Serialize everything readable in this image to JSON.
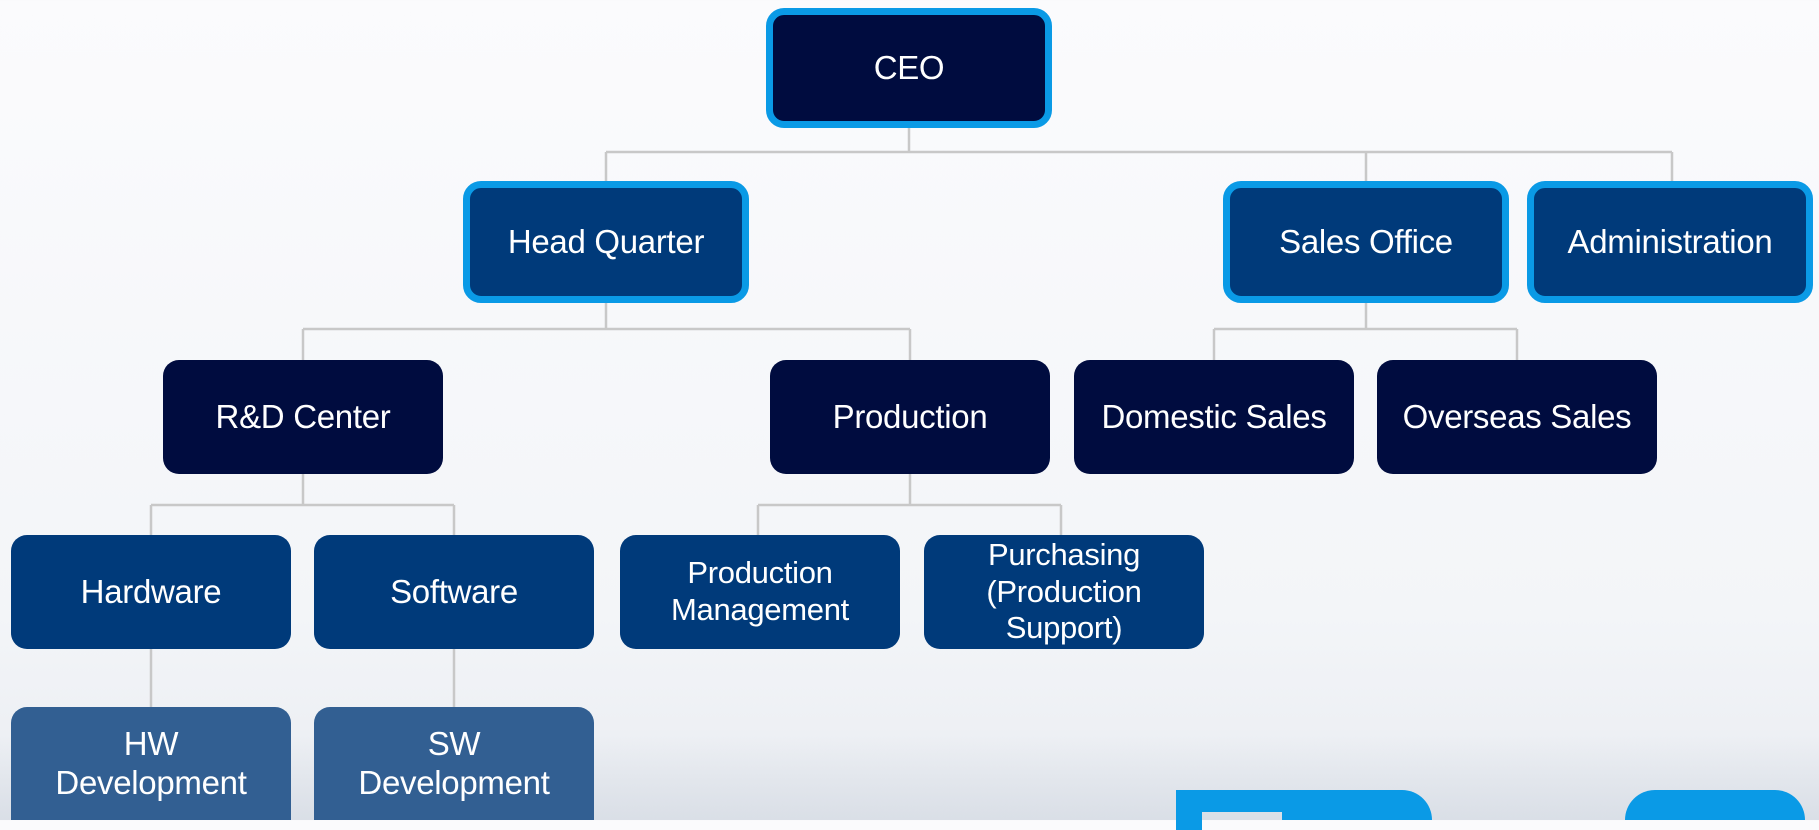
{
  "org_chart": {
    "ceo": "CEO",
    "head_quarter": "Head Quarter",
    "sales_office": "Sales Office",
    "administration": "Administration",
    "rd_center": "R&D Center",
    "production": "Production",
    "domestic_sales": "Domestic Sales",
    "overseas_sales": "Overseas Sales",
    "hardware": "Hardware",
    "software": "Software",
    "production_management": [
      "Production",
      "Management"
    ],
    "purchasing": [
      "Purchasing",
      "(Production",
      "Support)"
    ],
    "hw_development": [
      "HW",
      "Development"
    ],
    "sw_development": [
      "SW",
      "Development"
    ]
  },
  "colors": {
    "navy": "#000c3f",
    "blue": "#003a7a",
    "light_blue": "#325f92",
    "accent_border": "#0a9ae6",
    "connector": "#c8c8c8"
  }
}
